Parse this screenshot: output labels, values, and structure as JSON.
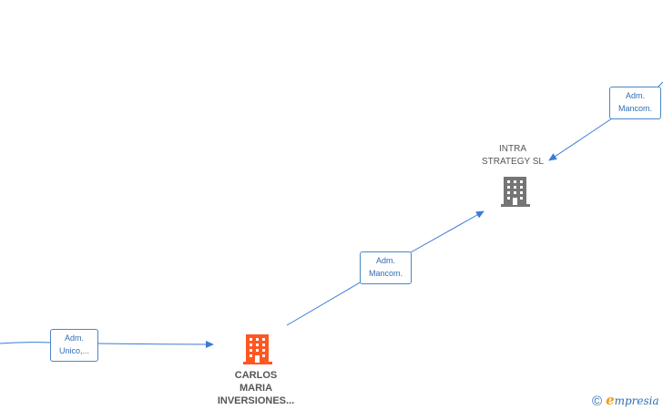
{
  "nodes": {
    "intra": {
      "lines": [
        "INTRA",
        "STRATEGY  SL"
      ],
      "color": "#757575"
    },
    "carlos": {
      "lines": [
        "CARLOS",
        "MARIA",
        "INVERSIONES..."
      ],
      "color": "#ff5722"
    }
  },
  "edges": {
    "top": {
      "lines": [
        "Adm.",
        "Mancom."
      ]
    },
    "middle": {
      "lines": [
        "Adm.",
        "Mancom."
      ]
    },
    "left": {
      "lines": [
        "Adm.",
        "Unico,..."
      ]
    }
  },
  "colors": {
    "edge": "#3a7bd5",
    "label_border": "#4a86c8",
    "label_text": "#2f6db3"
  },
  "watermark": {
    "symbol": "©",
    "brand_initial": "e",
    "brand_rest": "mpresia"
  }
}
